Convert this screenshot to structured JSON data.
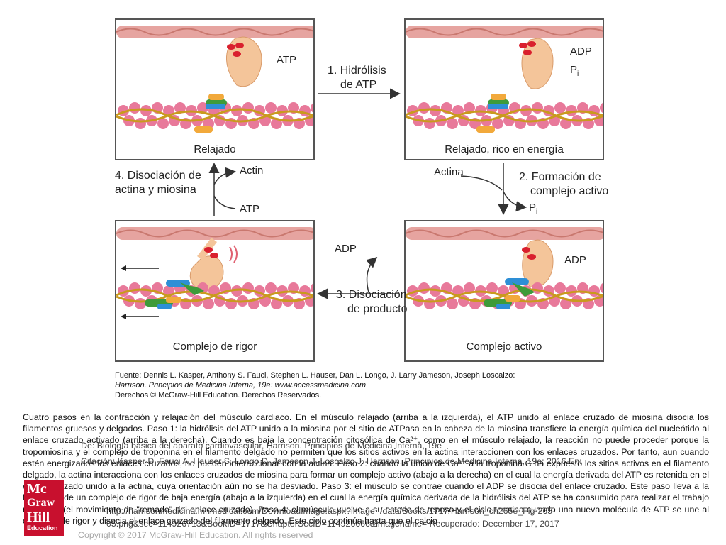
{
  "panels": {
    "top_left": {
      "label": "Relajado",
      "molecule_label": "ATP"
    },
    "top_right": {
      "label": "Relajado, rico en energía",
      "molecule_label_1": "ADP",
      "molecule_label_2": "P",
      "molecule_label_2_sub": "i"
    },
    "bottom_left": {
      "label": "Complejo de rigor"
    },
    "bottom_right": {
      "label": "Complejo activo",
      "molecule_label": "ADP"
    }
  },
  "steps": {
    "step1_line1": "1. Hidrólisis",
    "step1_line2": "de ATP",
    "step2_line1": "2. Formación de",
    "step2_line2": "complejo activo",
    "step2_in": "Actina",
    "step2_out": "P",
    "step2_out_sub": "i",
    "step3_line1": "3. Disociación",
    "step3_line2": "de producto",
    "step3_out": "ADP",
    "step4_line1": "4. Disociación de",
    "step4_line2": "actina y miosina",
    "step4_out": "Actin",
    "step4_in": "ATP"
  },
  "source": {
    "line1": "Fuente: Dennis L. Kasper, Anthony S. Fauci, Stephen L. Hauser, Dan L. Longo, J. Larry Jameson, Joseph Loscalzo:",
    "line2": "Harrison. Principios de Medicina Interna, 19e: www.accessmedicina.com",
    "line3": "Derechos © McGraw-Hill Education. Derechos Reservados."
  },
  "caption": "Cuatro pasos en la contracción y relajación del músculo cardiaco. En el músculo relajado (arriba a la izquierda), el ATP unido al enlace cruzado de miosina disocia los filamentos gruesos y delgados. Paso 1: la hidrólisis del ATP unido a la miosina por el sitio de ATPasa en la cabeza de la miosina transfiere la energía química del nucleótido al enlace cruzado activado (arriba a la derecha). Cuando es baja la concentración citosólica de Ca²⁺, como en el músculo relajado, la reacción no puede proceder porque la tropomiosina y el complejo de troponina en el filamento delgado no permiten que los sitios activos en la actina interaccionen con los enlaces cruzados. Por tanto, aun cuando estén energizados los enlaces cruzados, no pueden interaccionar con la actina. Paso 2: cuando la unión de Ca²⁺ a la troponina C ha expuesto los sitios activos en el filamento delgado, la actina interacciona con los enlaces cruzados de miosina para formar un complejo activo (abajo a la derecha) en el cual la energía derivada del ATP es retenida en el enlace cruzado unido a la actina, cuya orientación aún no se ha desviado. Paso 3: el músculo se contrae cuando el ADP se disocia del enlace cruzado. Este paso lleva a la formación de un complejo de rigor de baja energía (abajo a la izquierda) en el cual la energía química derivada de la hidrólisis del ATP se ha consumido para realizar el trabajo mecánico (el movimiento de \"remado\" del enlace cruzado). Paso 4: el músculo vuelve a su estado de reposo y el ciclo termina cuando una nueva molécula de ATP se une al complejo de rigor y disocia el enlace cruzado del filamento delgado. Este ciclo continúa hasta que el calcio",
  "overlay": {
    "line1": "De: Biología básica del aparato cardiovascular, Harrison. Principios de Medicina Interna, 19e",
    "line2": "Citación: Kasper D, Fauci A, Hauser S, Longo D, Jameson J, Loscalzo J. Harrison. Principios de Medicina Interna, 19e; 2016 En:",
    "line3": "http://harrisonmedicina.mhmedical.com/DownloadImage.aspx?image=/data/Books/1717/Harrison_ch265e_Fig-265-",
    "line4": "05.png&sec=114926713&BookID=1717&ChapterSecID=114926666&imagename= Recuperado: December 17, 2017",
    "line5": "Copyright © 2017 McGraw-Hill Education. All rights reserved"
  },
  "logo": {
    "line1": "Mc",
    "line2": "Graw",
    "line3": "Hill",
    "line4": "Education"
  },
  "colors": {
    "myosin_head": "#f4c59a",
    "atp_red": "#d9202e",
    "actin_pink": "#e8799a",
    "thick_filament": "#e6a4a0",
    "tropomyosin": "#c99a1e",
    "troponin_blue": "#2e8fd6",
    "troponin_green": "#3e9b3a",
    "troponin_orange": "#f2a93b"
  }
}
